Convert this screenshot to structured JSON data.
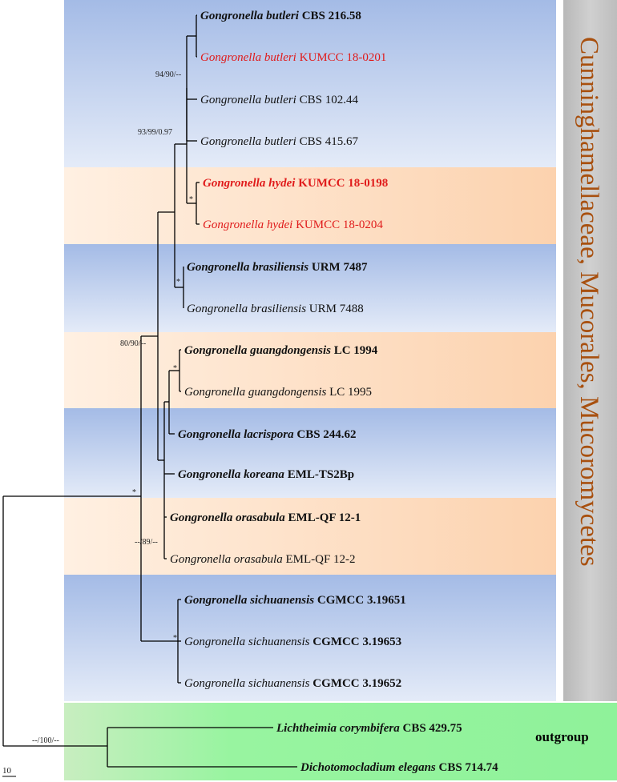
{
  "family_label": "Cunninghamellaceae, Mucorales, Mucoromycetes",
  "outgroup_label": "outgroup",
  "scale_bar_label": "10",
  "colors": {
    "blue_band": "#b7c8e8",
    "orange_band": "#fbd8b8",
    "green_band": "#8ff29a",
    "grey_bar": "#c4c4c4",
    "label_brown": "#a8500f",
    "highlight_red": "#e01b1b"
  },
  "taxa": [
    {
      "genus": "Gongronella",
      "epithet": "butleri",
      "strain": "CBS 216.58",
      "style": "bold"
    },
    {
      "genus": "Gongronella",
      "epithet": "butleri",
      "strain": "KUMCC 18-0201",
      "style": "red"
    },
    {
      "genus": "Gongronella",
      "epithet": "butleri",
      "strain": "CBS 102.44",
      "style": "plain"
    },
    {
      "genus": "Gongronella",
      "epithet": "butleri",
      "strain": "CBS 415.67",
      "style": "plain"
    },
    {
      "genus": "Gongronella",
      "epithet": "hydei",
      "strain": "KUMCC 18-0198",
      "style": "red-bold"
    },
    {
      "genus": "Gongronella",
      "epithet": "hydei",
      "strain": "KUMCC 18-0204",
      "style": "red"
    },
    {
      "genus": "Gongronella",
      "epithet": "brasiliensis",
      "strain": "URM 7487",
      "style": "bold"
    },
    {
      "genus": "Gongronella",
      "epithet": "brasiliensis",
      "strain": "URM 7488",
      "style": "plain"
    },
    {
      "genus": "Gongronella",
      "epithet": "guangdongensis",
      "strain": "LC 1994",
      "style": "bold"
    },
    {
      "genus": "Gongronella",
      "epithet": "guangdongensis",
      "strain": "LC 1995",
      "style": "plain"
    },
    {
      "genus": "Gongronella",
      "epithet": "lacrispora",
      "strain": "CBS 244.62",
      "style": "bold"
    },
    {
      "genus": "Gongronella",
      "epithet": "koreana",
      "strain": "EML-TS2Bp",
      "style": "bold"
    },
    {
      "genus": "Gongronella",
      "epithet": "orasabula",
      "strain": "EML-QF 12-1",
      "style": "bold"
    },
    {
      "genus": "Gongronella",
      "epithet": "orasabula",
      "strain": "EML-QF 12-2",
      "style": "plain"
    },
    {
      "genus": "Gongronella",
      "epithet": "sichuanensis",
      "strain": "CGMCC 3.19651",
      "style": "bold"
    },
    {
      "genus": "Gongronella",
      "epithet": "sichuanensis",
      "strain": "CGMCC 3.19653",
      "style": "strain-bold"
    },
    {
      "genus": "Gongronella",
      "epithet": "sichuanensis",
      "strain": "CGMCC 3.19652",
      "style": "strain-bold"
    },
    {
      "genus": "Lichtheimia",
      "epithet": "corymbifera",
      "strain": "CBS 429.75",
      "style": "bold"
    },
    {
      "genus": "Dichotomocladium",
      "epithet": "elegans",
      "strain": "CBS 714.74",
      "style": "bold"
    }
  ],
  "support_values": [
    "94/90/--",
    "93/99/0.97",
    "*",
    "*",
    "80/90/--",
    "*",
    "*",
    "--/89/--",
    "*",
    "--/100/--"
  ]
}
